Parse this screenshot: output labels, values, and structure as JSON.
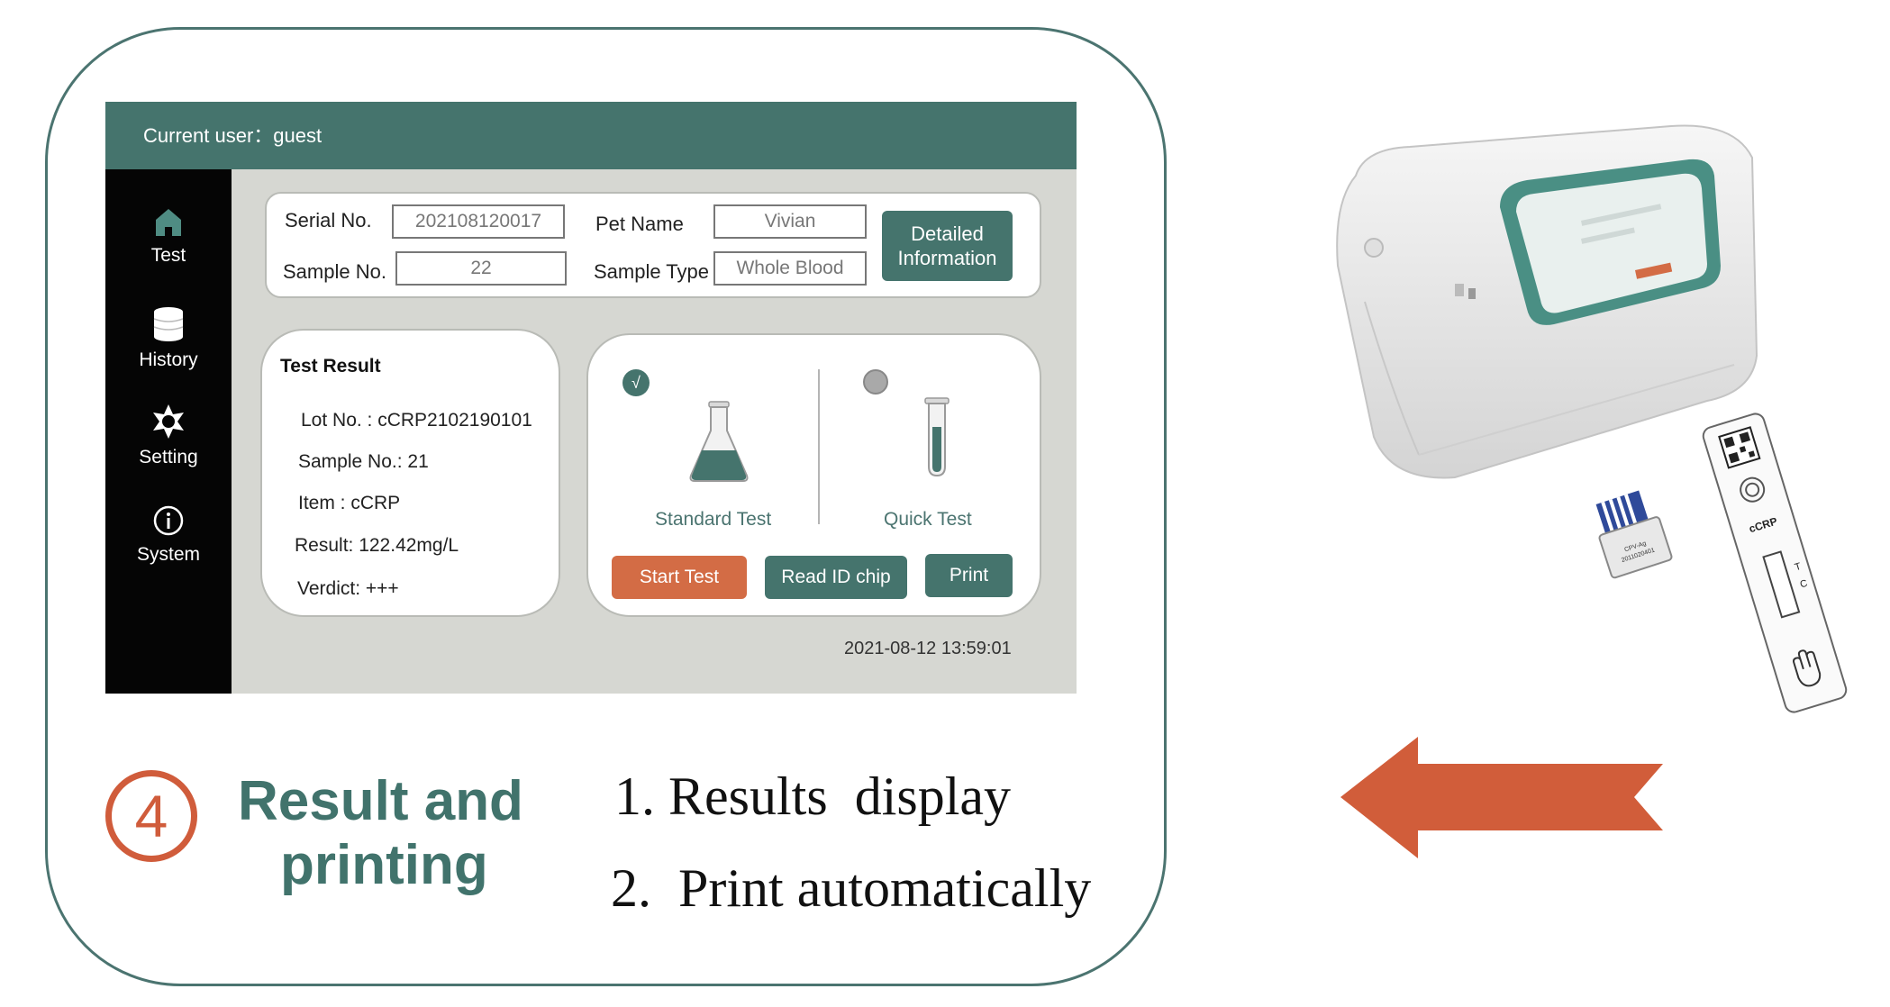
{
  "app": {
    "current_user": "Current user：guest"
  },
  "sidebar": {
    "items": [
      {
        "label": "Test",
        "icon": "home-icon"
      },
      {
        "label": "History",
        "icon": "database-icon"
      },
      {
        "label": "Setting",
        "icon": "gear-icon"
      },
      {
        "label": "System",
        "icon": "info-icon"
      }
    ]
  },
  "info": {
    "serial_label": "Serial No.",
    "serial_value": "202108120017",
    "sample_label": "Sample No.",
    "sample_value": "22",
    "pet_label": "Pet Name",
    "pet_value": "Vivian",
    "type_label": "Sample Type",
    "type_value": "Whole Blood",
    "detail_button": "Detailed\nInformation"
  },
  "result": {
    "title": "Test Result",
    "lot": "Lot No. : cCRP2102190101",
    "sample": "Sample No.: 21",
    "item": "Item : cCRP",
    "value": "Result: 122.42mg/L",
    "verdict": "Verdict: +++"
  },
  "modes": {
    "standard_label": "Standard Test",
    "quick_label": "Quick Test",
    "standard_check": "√",
    "selected": "standard"
  },
  "actions": {
    "start": "Start Test",
    "read": "Read ID chip",
    "print": "Print"
  },
  "datetime": "2021-08-12 13:59:01",
  "caption": {
    "step_number": "4",
    "title_line1": "Result and",
    "title_line2": "printing",
    "point1": "1. Results  display",
    "point2": "2.  Print automatically"
  },
  "device": {
    "chip_text": "CPV-Ag\n2011020401",
    "cassette_label": "cCRP",
    "t_mark": "T",
    "c_mark": "C"
  },
  "colors": {
    "teal": "#45746d",
    "accent": "#d05c3b",
    "sidebar": "#050505"
  }
}
